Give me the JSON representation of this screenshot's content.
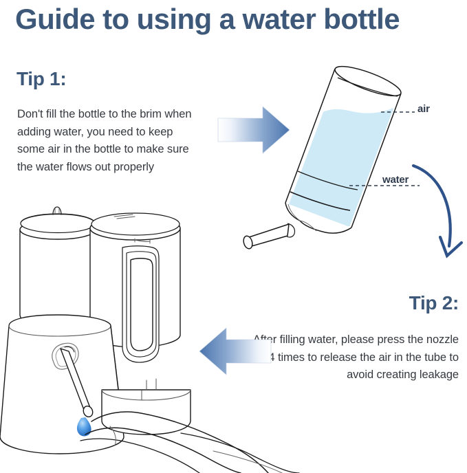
{
  "document": {
    "title": "Guide to using a water bottle",
    "background_color": "#ffffff"
  },
  "colors": {
    "heading_blue": "#3d5878",
    "body_text": "#35393f",
    "arrow_blue_dark": "#4a74ad",
    "arrow_blue_light": "#eef3fa",
    "curved_arrow": "#2e5289",
    "water_fill": "#cfeaf7",
    "line_art": "#1a1a1a",
    "droplet_blue": "#2f7fd6"
  },
  "tips": [
    {
      "id": "tip1",
      "heading": "Tip 1:",
      "body": "Don't fill the bottle to the brim when adding water, you need to keep some air in the bottle to make sure the water flows out properly"
    },
    {
      "id": "tip2",
      "heading": "Tip 2:",
      "body": "After filling water, please press the nozzle 3-4 times to release the air in the tube to avoid creating leakage"
    }
  ],
  "bottle_illustration": {
    "name": "tilted-water-bottle",
    "labels": [
      {
        "id": "air",
        "text": "air"
      },
      {
        "id": "water",
        "text": "water"
      }
    ],
    "water_level_percent": 70
  },
  "device_illustration": {
    "name": "water-flosser-device-with-hand",
    "droplet": "water-droplet"
  },
  "arrows": [
    {
      "id": "arrow-to-bottle",
      "direction": "right",
      "style": "gradient-block"
    },
    {
      "id": "arrow-bottle-to-tip2",
      "direction": "curved-down",
      "style": "curved-stroke"
    },
    {
      "id": "arrow-to-device",
      "direction": "left",
      "style": "gradient-block"
    }
  ]
}
